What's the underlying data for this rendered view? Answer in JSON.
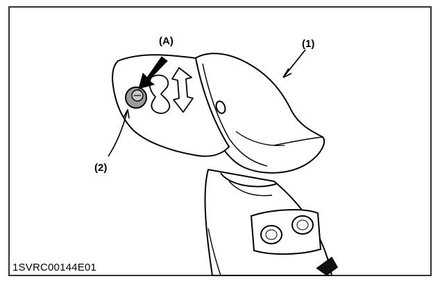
{
  "figure": {
    "id": "1SVRC00144E01",
    "callouts": {
      "part_1": "(1)",
      "part_2": "(2)",
      "arrow_a": "(A)"
    }
  },
  "colors": {
    "line": "#000000",
    "fill": "#ffffff",
    "knob": "#9a9a9a",
    "knob_center": "#c8c8c8"
  }
}
